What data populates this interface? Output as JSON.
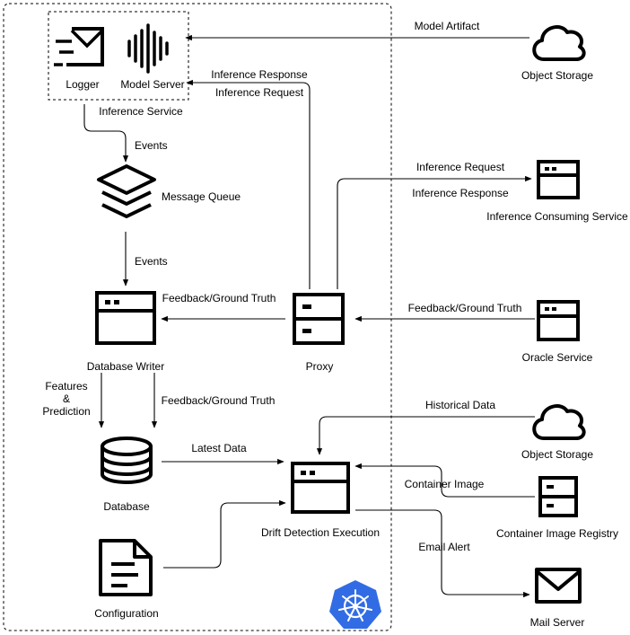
{
  "nodes": {
    "logger": "Logger",
    "model_server": "Model Server",
    "inference_service": "Inference Service",
    "message_queue": "Message Queue",
    "database_writer": "Database Writer",
    "proxy": "Proxy",
    "database": "Database",
    "configuration": "Configuration",
    "drift_detection": "Drift Detection Execution",
    "object_storage_top": "Object Storage",
    "inference_consumer": "Inference Consuming Service",
    "oracle_service": "Oracle Service",
    "object_storage_bottom": "Object Storage",
    "container_registry": "Container Image Registry",
    "mail_server": "Mail Server"
  },
  "edges": {
    "model_artifact": "Model Artifact",
    "inference_response_left": "Inference Response",
    "inference_request_left": "Inference Request",
    "events_1": "Events",
    "events_2": "Events",
    "inference_request_right": "Inference Request",
    "inference_response_right": "Inference Response",
    "feedback_proxy": "Feedback/Ground Truth",
    "feedback_oracle": "Feedback/Ground Truth",
    "features_line1": "Features",
    "features_line2": "&",
    "features_line3": "Prediction",
    "feedback_db": "Feedback/Ground Truth",
    "latest_data": "Latest Data",
    "historical_data": "Historical Data",
    "container_image": "Container Image",
    "email_alert": "Email Alert"
  },
  "colors": {
    "line": "#000000",
    "kubernetes": "#326ce5"
  },
  "icons": {
    "logger": "mail-fast-icon",
    "model_server": "sound-wave-icon",
    "message_queue": "layers-icon",
    "database_writer": "window-icon",
    "proxy": "server-icon",
    "database": "database-icon",
    "configuration": "document-icon",
    "drift_detection": "window-icon",
    "object_storage": "cloud-icon",
    "inference_consumer": "window-icon",
    "oracle_service": "window-icon",
    "container_registry": "server-icon",
    "mail_server": "mail-icon",
    "kubernetes": "kubernetes-icon"
  }
}
